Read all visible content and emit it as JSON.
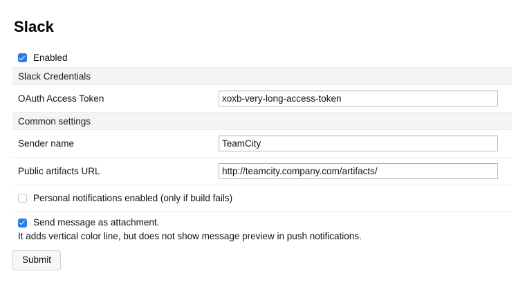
{
  "page": {
    "title": "Slack"
  },
  "enabled_toggle": {
    "label": "Enabled",
    "checked": true,
    "state": "checked"
  },
  "sections": [
    {
      "id": "slack-credentials",
      "header": "Slack Credentials",
      "fields": [
        {
          "id": "oauth-access-token",
          "label": "OAuth Access Token",
          "value": "xoxb-very-long-access-token",
          "placeholder": ""
        }
      ]
    },
    {
      "id": "common-settings",
      "header": "Common settings",
      "fields": [
        {
          "id": "sender-name",
          "label": "Sender name",
          "value": "TeamCity",
          "placeholder": ""
        },
        {
          "id": "public-artifacts-url",
          "label": "Public artifacts URL",
          "value": "http://teamcity.company.com/artifacts/",
          "placeholder": ""
        }
      ]
    }
  ],
  "checkboxes": [
    {
      "id": "personal-notifications",
      "label": "Personal notifications enabled (only if build fails)",
      "checked": false,
      "state": "unchecked"
    },
    {
      "id": "send-message-as-attachment",
      "label": "Send message as attachment.",
      "checked": true,
      "state": "checked",
      "helper": "It adds vertical color line, but does not show message preview in push notifications."
    }
  ],
  "actions": {
    "submit_label": "Submit"
  },
  "colors": {
    "accent_checkbox": "#2b7de9",
    "section_band": "#f4f4f4",
    "separator": "#ededed",
    "input_border": "#b9b9b9",
    "text": "#111111",
    "background": "#ffffff"
  }
}
